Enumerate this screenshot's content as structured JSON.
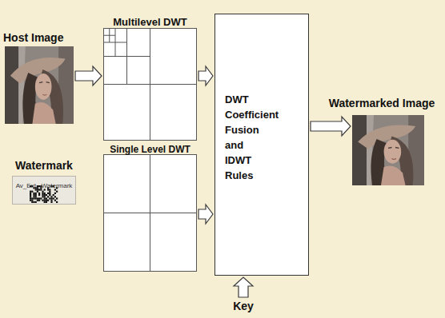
{
  "diagram": {
    "nodes": [
      {
        "text": [
          "Host Image"
        ]
      },
      {
        "text": [
          "Watermark",
          "Av_Ext_ Watermark"
        ]
      },
      {
        "text": [
          "Multilevel DWT"
        ]
      },
      {
        "text": [
          "Single Level DWT"
        ]
      },
      {
        "text": [
          "DWT Coefficient Fusion and IDWT Rules"
        ]
      },
      {
        "text": [
          "Watermarked Image"
        ]
      },
      {
        "text": [
          "Key"
        ]
      }
    ],
    "edges": [
      {
        "from": 0,
        "to": 2,
        "arrow": "to"
      },
      {
        "from": 2,
        "to": 4,
        "arrow": "to"
      },
      {
        "from": 3,
        "to": 4,
        "arrow": "to"
      },
      {
        "from": 4,
        "to": 5,
        "arrow": "to"
      },
      {
        "from": 6,
        "to": 4,
        "arrow": "to"
      }
    ]
  }
}
